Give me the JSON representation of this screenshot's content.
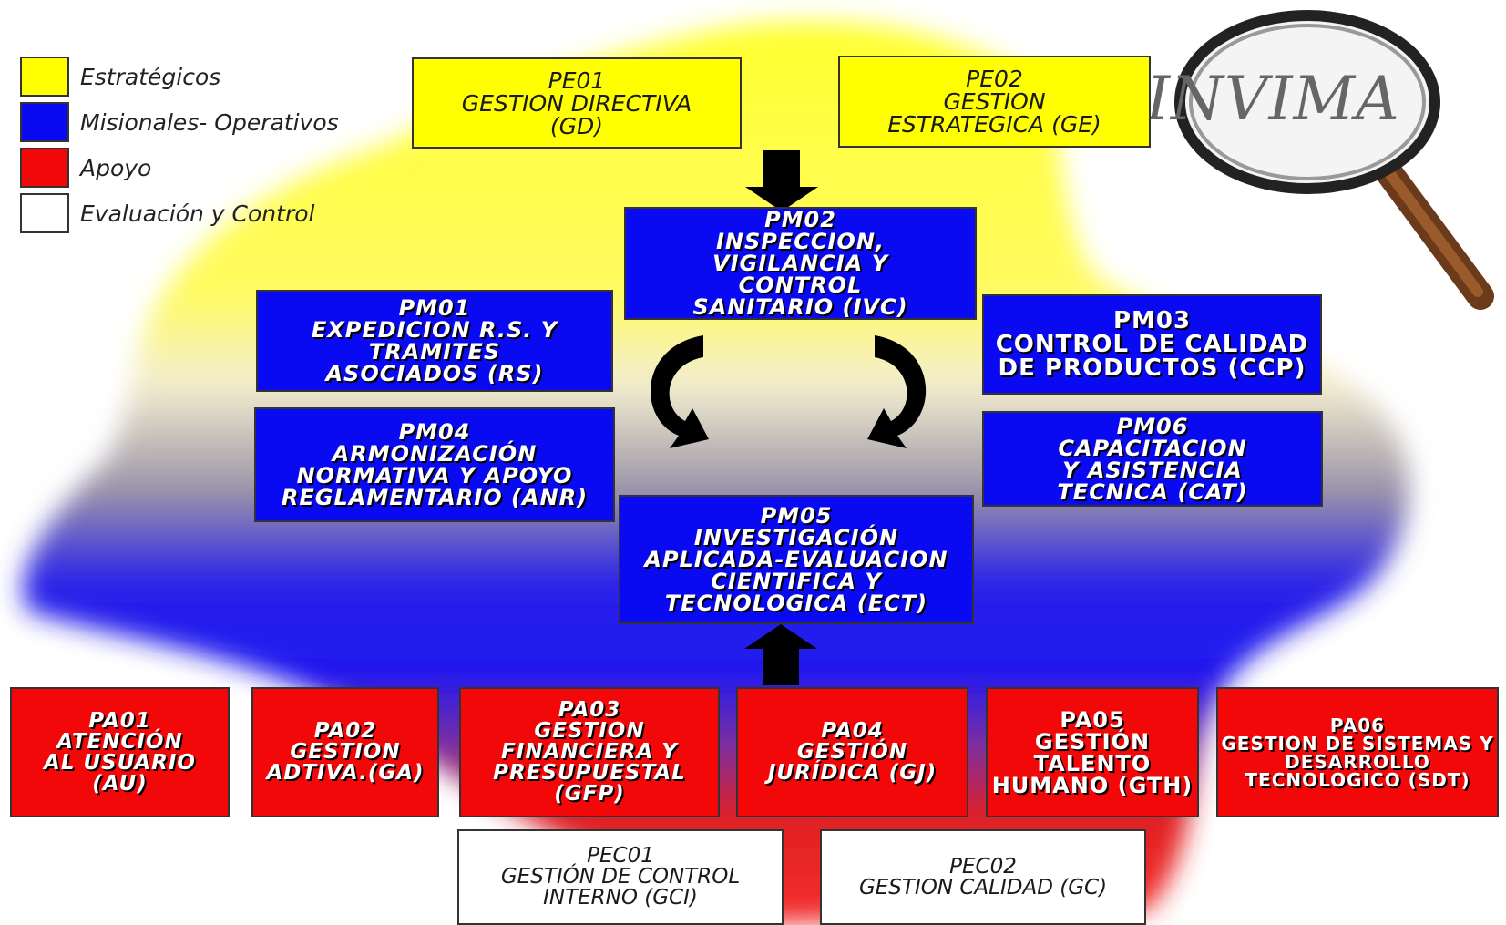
{
  "legend": [
    {
      "label": "Estratégicos",
      "color": "#ffff00"
    },
    {
      "label": "Misionales- Operativos",
      "color": "#0a0af2"
    },
    {
      "label": "Apoyo",
      "color": "#f20808"
    },
    {
      "label": "Evaluación y Control",
      "color": "#ffffff"
    }
  ],
  "logo_text": "INVIMA",
  "strategic": [
    {
      "code": "PE01",
      "name": "GESTION DIRECTIVA\n(GD)"
    },
    {
      "code": "PE02",
      "name": "GESTION\nESTRATEGICA (GE)"
    }
  ],
  "missional": [
    {
      "code": "PM01",
      "name": "EXPEDICION R.S. Y\nTRAMITES\nASOCIADOS (RS)"
    },
    {
      "code": "PM02",
      "name": "INSPECCION,\nVIGILANCIA Y\nCONTROL\nSANITARIO (IVC)"
    },
    {
      "code": "PM03",
      "name": "CONTROL DE CALIDAD\nDE PRODUCTOS (CCP)"
    },
    {
      "code": "PM04",
      "name": "ARMONIZACIÓN\nNORMATIVA Y APOYO\nREGLAMENTARIO (ANR)"
    },
    {
      "code": "PM05",
      "name": "INVESTIGACIÓN\nAPLICADA-EVALUACION\nCIENTIFICA Y\nTECNOLOGICA (ECT)"
    },
    {
      "code": "PM06",
      "name": "CAPACITACION\nY ASISTENCIA\nTECNICA (CAT)"
    }
  ],
  "support": [
    {
      "code": "PA01",
      "name": "ATENCIÓN\nAL USUARIO\n(AU)"
    },
    {
      "code": "PA02",
      "name": "GESTION\nADTIVA.(GA)"
    },
    {
      "code": "PA03",
      "name": "GESTION\nFINANCIERA Y\nPRESUPUESTAL\n(GFP)"
    },
    {
      "code": "PA04",
      "name": "GESTIÓN\nJURÍDICA (GJ)"
    },
    {
      "code": "PA05",
      "name": "GESTIÓN TALENTO\nHUMANO (GTH)"
    },
    {
      "code": "PA06",
      "name": "GESTION DE SISTEMAS Y\nDESARROLLO\nTECNOLOGICO (SDT)"
    }
  ],
  "control": [
    {
      "code": "PEC01",
      "name": "GESTIÓN DE CONTROL\nINTERNO (GCI)"
    },
    {
      "code": "PEC02",
      "name": "GESTION CALIDAD (GC)"
    }
  ]
}
